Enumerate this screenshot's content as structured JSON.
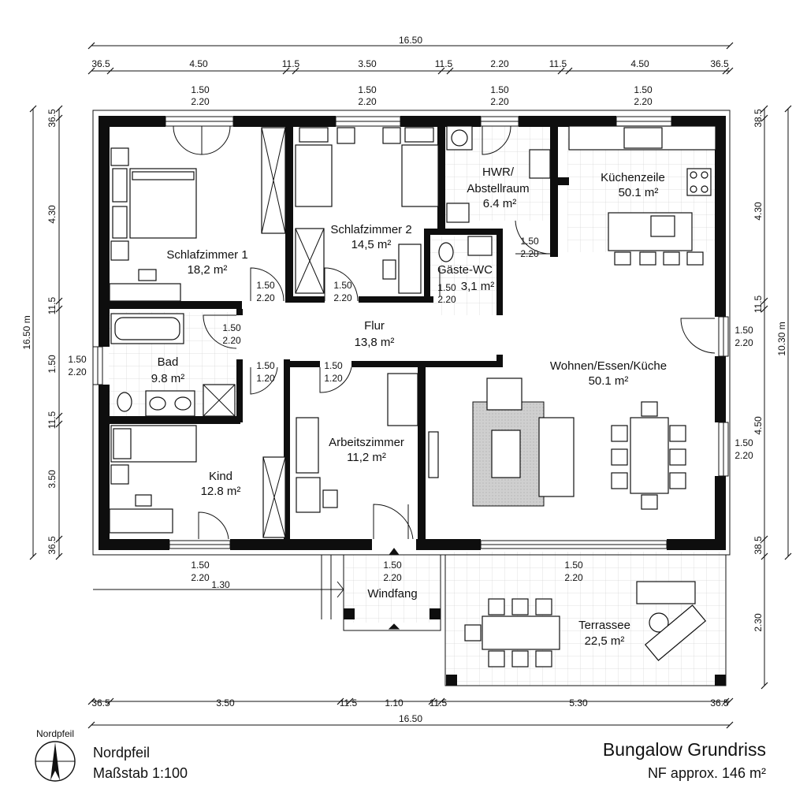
{
  "title": "Bungalow Grundriss",
  "area_total": "NF approx. 146 m²",
  "north": {
    "label_small": "Nordpfeil",
    "label": "Nordpfeil",
    "scale": "Maßstab 1:100"
  },
  "top_dims": {
    "total": "16.50",
    "segments": [
      "36.5",
      "4.50",
      "11.5",
      "3.50",
      "11.5",
      "2.20",
      "11.5",
      "4.50",
      "36.5"
    ]
  },
  "bottom_dims": {
    "total": "16.50",
    "segments": [
      "36.5",
      "3.50",
      "11.5",
      "1.10",
      "11.5",
      "5.30",
      "36.5"
    ]
  },
  "left_dims": {
    "total": "16.50 m",
    "segments": [
      "36.5",
      "4.30",
      "11.5",
      "1.50",
      "11.5",
      "3.50",
      "36.5"
    ]
  },
  "right_dims": {
    "total": "10.30 m",
    "segments": [
      "38.5",
      "4.30",
      "11.5",
      "4.50",
      "38.5",
      "2.30"
    ]
  },
  "rooms": [
    {
      "name": "Schlafzimmer 1",
      "area": "18,2 m²"
    },
    {
      "name": "Schlafzimmer 2",
      "area": "14,5 m²"
    },
    {
      "name": "HWR/",
      "name2": "Abstellraum",
      "area": "6.4 m²"
    },
    {
      "name": "Küchenzeile",
      "area": "50.1 m²"
    },
    {
      "name": "Gäste-WC",
      "area": "3,1 m²"
    },
    {
      "name": "Flur",
      "area": "13,8 m²"
    },
    {
      "name": "Bad",
      "area": "9.8 m²"
    },
    {
      "name": "Wohnen/Essen/Küche",
      "area": "50.1 m²"
    },
    {
      "name": "Arbeitszimmer",
      "area": "11,2 m²"
    },
    {
      "name": "Kind",
      "area": "12.8 m²"
    },
    {
      "name": "Windfang",
      "area": ""
    },
    {
      "name": "Terrassee",
      "area": "22,5 m²"
    }
  ],
  "openings": {
    "top_windows": [
      {
        "w": "1.50",
        "h": "2.20"
      },
      {
        "w": "1.50",
        "h": "2.20"
      },
      {
        "w": "1.50",
        "h": "2.20"
      },
      {
        "w": "1.50",
        "h": "2.20"
      }
    ],
    "doors": [
      {
        "w": "1.50",
        "h": "2.20"
      },
      {
        "w": "1.50",
        "h": "2.20"
      },
      {
        "w": "1.50",
        "h": "2.20"
      },
      {
        "w": "1.50",
        "h": "2.20"
      },
      {
        "w": "1.50",
        "h": "2.20"
      },
      {
        "w": "1.50",
        "h": "1.20"
      },
      {
        "w": "1.50",
        "h": "1.20"
      }
    ],
    "side_windows": [
      {
        "w": "1.50",
        "h": "2.20"
      },
      {
        "w": "1.50",
        "h": "2.20"
      },
      {
        "w": "1.50",
        "h": "2.20"
      }
    ],
    "bottom_windows": [
      {
        "w": "1.50",
        "h": "2.20"
      },
      {
        "w": "1.50",
        "h": "2.20"
      },
      {
        "w": "1.50",
        "h": "2.20"
      }
    ],
    "ramp_dim": "1.30"
  }
}
